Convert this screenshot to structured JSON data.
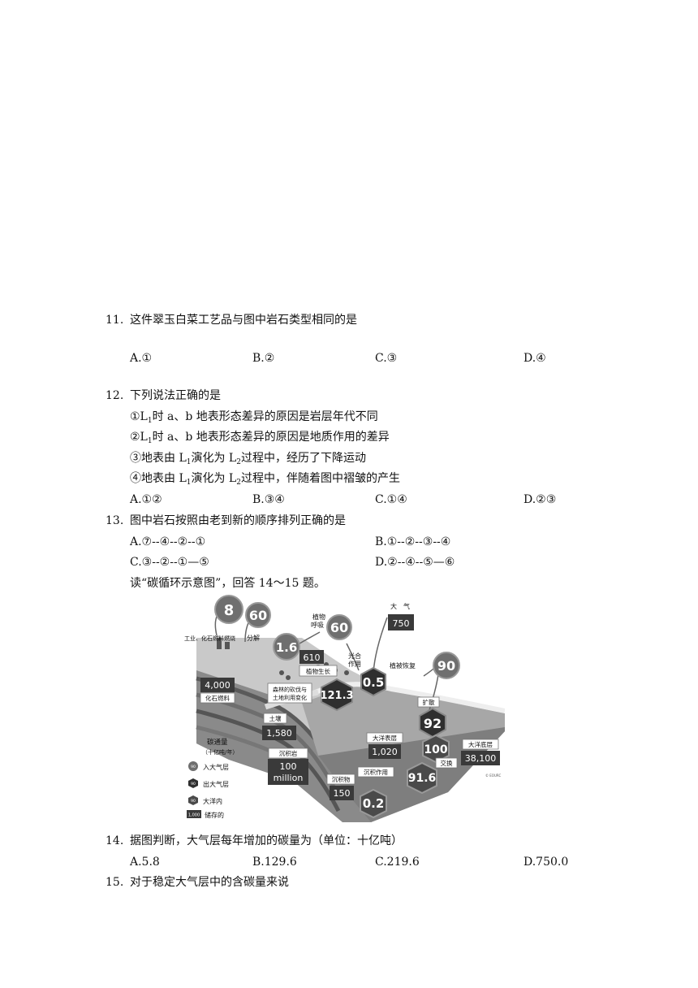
{
  "q11": {
    "num": "11.",
    "stem": "这件翠玉白菜工艺品与图中岩石类型相同的是",
    "options": [
      "A.①",
      "B.②",
      "C.③",
      "D.④"
    ]
  },
  "q12": {
    "num": "12.",
    "stem": "下列说法正确的是",
    "s1": {
      "a": "①L",
      "sub": "1",
      "b": "时 a、b 地表形态差异的原因是岩层年代不同"
    },
    "s2": {
      "a": "②L",
      "sub": "1",
      "b": "时 a、b 地表形态差异的原因是地质作用的差异"
    },
    "s3": {
      "a": "③地表由 L",
      "sub1": "1",
      "b": "演化为 L",
      "sub2": "2",
      "c": "过程中，经历了下降运动"
    },
    "s4": {
      "a": "④地表由 L",
      "sub1": "1",
      "b": "演化为 L",
      "sub2": "2",
      "c": "过程中，伴随着图中褶皱的产生"
    },
    "options": [
      "A.①②",
      "B.③④",
      "C.①④",
      "D.②③"
    ]
  },
  "q13": {
    "num": "13.",
    "stem": "图中岩石按照由老到新的顺序排列正确的是",
    "options": [
      "A.⑦--④--②--①",
      "B.①--②--③--④",
      "C.③--②--①—⑤",
      "D.②--④--⑤—⑥"
    ]
  },
  "intro": "读“碳循环示意图”，回答 14～15 题。",
  "figure": {
    "bubbles": {
      "b8": "8",
      "b60a": "60",
      "b60b": "60",
      "b16": "1.6",
      "b05": "0.5",
      "b90": "90",
      "b1213": "121.3",
      "b92": "92",
      "b100": "100",
      "b916": "91.6",
      "b02": "0.2"
    },
    "boxes": {
      "atm_value": "750",
      "plant_value": "610",
      "fossil_value": "4,000",
      "soil_value": "1,580",
      "surface_value": "1,020",
      "deep_value": "38,100",
      "sed_value": "150",
      "rock_value_1": "100",
      "rock_value_2": "million"
    },
    "labels": {
      "atmosphere": "大　气",
      "plant_resp_1": "植物",
      "plant_resp_2": "呼吸",
      "industry": "工业、化石燃料燃烧",
      "decompose": "分解",
      "plant_growth": "植物生长",
      "photosyn_1": "光合",
      "photosyn_2": "作用",
      "veg_restore": "植被恢复",
      "fossil": "化石燃料",
      "deforest_1": "森林的砍伐与",
      "deforest_2": "土地利用变化",
      "diffuse": "扩散",
      "soil": "土壤",
      "sed_rock": "沉积岩",
      "surface_ocean": "大洋表层",
      "deep_ocean": "大洋底层",
      "exchange": "交换",
      "sedimentation": "沉积作用",
      "sediment": "沉积物",
      "copyright": "© EOURC"
    },
    "legend": {
      "title_1": "碳通量",
      "title_2": "（十亿吨/年）",
      "sample_90": "90",
      "sample_1000": "1,000",
      "in": "入大气层",
      "out": "出大气层",
      "ocean": "大洋内",
      "storage": "储存的"
    },
    "colors": {
      "dark_box": "#3a3a3a",
      "bubble_in": "#6f6f6f",
      "bubble_out": "#2f2f2f"
    }
  },
  "q14": {
    "num": "14.",
    "stem": "据图判断，大气层每年增加的碳量为（单位：十亿吨）",
    "options": [
      "A.5.8",
      "B.129.6",
      "C.219.6",
      "D.750.0"
    ]
  },
  "q15": {
    "num": "15.",
    "stem": "对于稳定大气层中的含碳量来说"
  }
}
